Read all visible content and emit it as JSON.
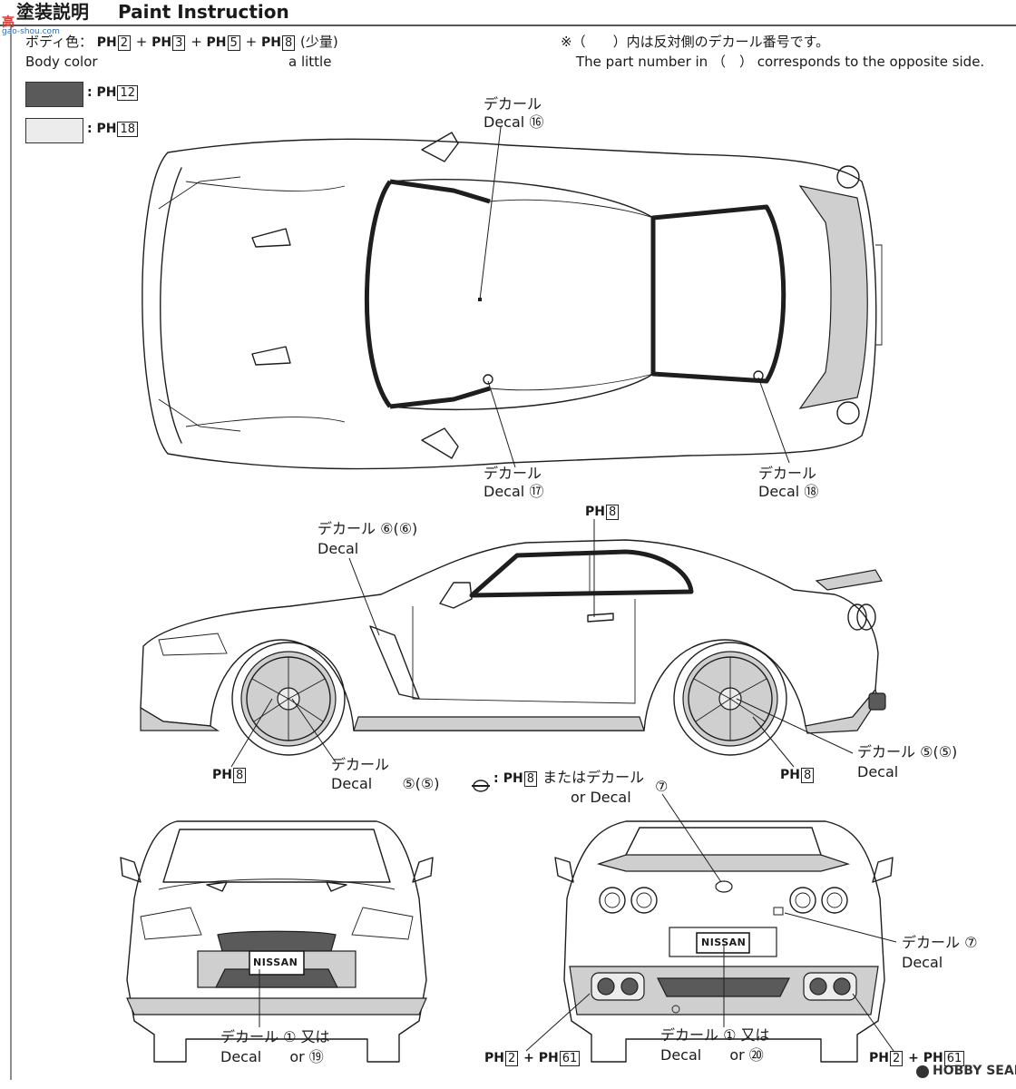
{
  "header": {
    "title_ja": "塗装説明",
    "title_en": "Paint Instruction"
  },
  "body_color": {
    "label_ja": "ボディ色：",
    "ph_prefix": "PH",
    "codes": [
      "2",
      "3",
      "5",
      "8"
    ],
    "plus": "+",
    "note_ja": "(少量)",
    "label_en": "Body color",
    "note_en": "a little"
  },
  "note": {
    "ja": "※（　　）内は反対側のデカール番号です。",
    "en": "The part number in （　） corresponds to the opposite side."
  },
  "legend": [
    {
      "code": "12",
      "color": "#5a5a5a"
    },
    {
      "code": "18",
      "color": "#ececec"
    }
  ],
  "colon": ":",
  "top_view": {
    "decal_16": {
      "ja": "デカール",
      "en": "Decal",
      "num": "⑯"
    },
    "decal_17": {
      "ja": "デカール",
      "en": "Decal",
      "num": "⑰"
    },
    "decal_18": {
      "ja": "デカール",
      "en": "Decal",
      "num": "⑱"
    }
  },
  "side_view": {
    "decal_6": {
      "ja": "デカール",
      "en": "Decal",
      "num": "⑥(⑥)"
    },
    "ph8_top": "8",
    "ph8_front": "8",
    "ph8_rear": "8",
    "decal_5_front": {
      "ja": "デカール",
      "en": "Decal",
      "num": "⑤(⑤)"
    },
    "decal_5_rear": {
      "ja": "デカール",
      "en": "Decal",
      "num": "⑤(⑤)"
    },
    "emblem": {
      "code": "8",
      "ja": "またはデカール",
      "en": "or Decal",
      "num": "⑦"
    }
  },
  "front_view": {
    "plate": "NISSAN",
    "decal": {
      "ja": "デカール",
      "num1": "①",
      "or_ja": "又は",
      "en": "Decal",
      "or_en": "or",
      "num2": "⑲"
    }
  },
  "rear_view": {
    "plate": "NISSAN",
    "decal_7": {
      "ja": "デカール",
      "en": "Decal",
      "num": "⑦"
    },
    "decal": {
      "ja": "デカール",
      "num1": "①",
      "or_ja": "又は",
      "en": "Decal",
      "or_en": "or",
      "num2": "⑳"
    },
    "ph_left": [
      "2",
      "61"
    ],
    "ph_right": [
      "2",
      "61"
    ]
  },
  "watermarks": {
    "site": "gao-shou.com",
    "hobby": "HOBBY SEARCH"
  }
}
